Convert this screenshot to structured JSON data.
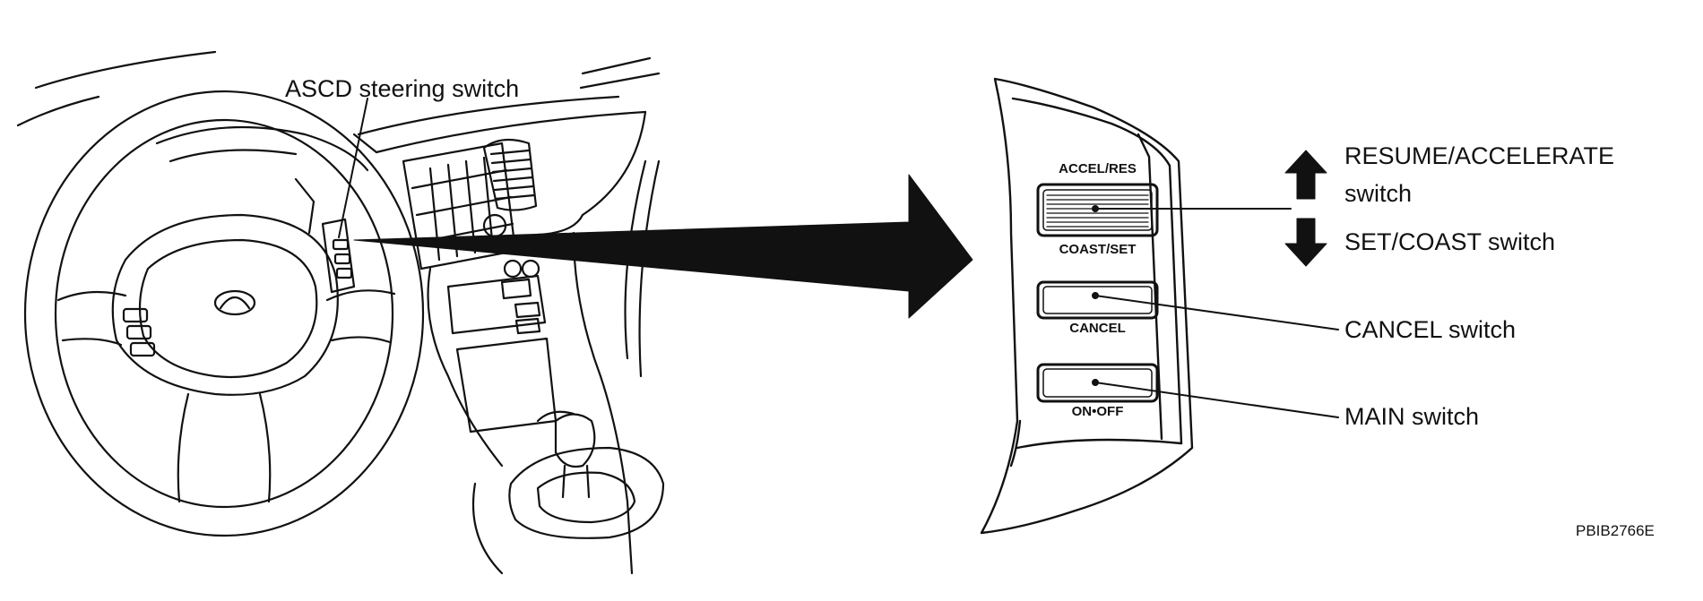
{
  "labels": {
    "steering_switch": "ASCD steering switch",
    "resume_accelerate_line1": "RESUME/ACCELERATE",
    "resume_accelerate_line2": "switch",
    "set_coast": "SET/COAST switch",
    "cancel": "CANCEL switch",
    "main": "MAIN switch"
  },
  "buttons": {
    "accel_res": "ACCEL/RES",
    "coast_set": "COAST/SET",
    "cancel": "CANCEL",
    "on_off": "ON•OFF"
  },
  "figure_code": "PBIB2766E",
  "icons": [
    "infiniti-logo-icon",
    "arrow-up-icon",
    "arrow-down-icon",
    "pointer-arrow-icon"
  ],
  "colors": {
    "ink": "#111111",
    "background": "#ffffff"
  }
}
